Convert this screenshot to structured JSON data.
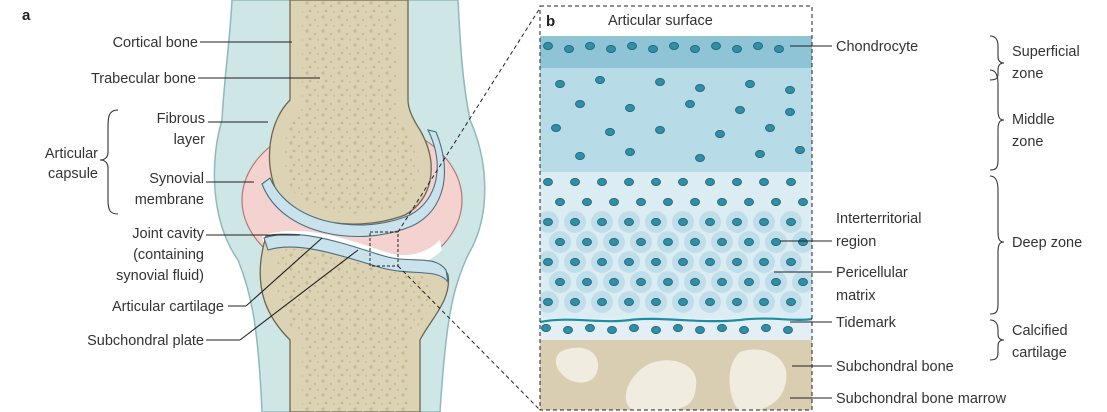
{
  "panels": {
    "a": "a",
    "b": "b"
  },
  "left_labels": {
    "cortical_bone": "Cortical bone",
    "trabecular_bone": "Trabecular bone",
    "fibrous_layer": [
      "Fibrous",
      "layer"
    ],
    "articular_capsule": [
      "Articular",
      "capsule"
    ],
    "synovial_membrane": [
      "Synovial",
      "membrane"
    ],
    "joint_cavity": [
      "Joint cavity",
      "(containing",
      "synovial fluid)"
    ],
    "articular_cartilage": "Articular cartilage",
    "subchondral_plate": "Subchondral plate"
  },
  "right_labels": {
    "articular_surface": "Articular surface",
    "chondrocyte": "Chondrocyte",
    "interterritorial_region": [
      "Interterritorial",
      "region"
    ],
    "pericellular_matrix": [
      "Pericellular",
      "matrix"
    ],
    "tidemark": "Tidemark",
    "subchondral_bone": "Subchondral bone",
    "subchondral_bone_marrow": "Subchondral bone marrow"
  },
  "zones": {
    "superficial": [
      "Superficial",
      "zone"
    ],
    "middle": [
      "Middle",
      "zone"
    ],
    "deep": "Deep zone",
    "calcified": [
      "Calcified",
      "cartilage"
    ]
  },
  "colors": {
    "capsule": "#cfe6e6",
    "capsule_edge": "#8fb9bb",
    "synovial": "#f4d2cf",
    "bone_shaft": "#dcd2b4",
    "bone_dots": "#c8bb96",
    "cartilage": "#c9e2ec",
    "zone_top": "#a9d4e2",
    "zone_deep": "#dcecf3",
    "cell": "#2f8fa8",
    "cell_halo": "#b6d9e6",
    "tidemark": "#1b8fa0",
    "sub_bone": "#d9ceb1",
    "marrow": "#f1ece0"
  }
}
